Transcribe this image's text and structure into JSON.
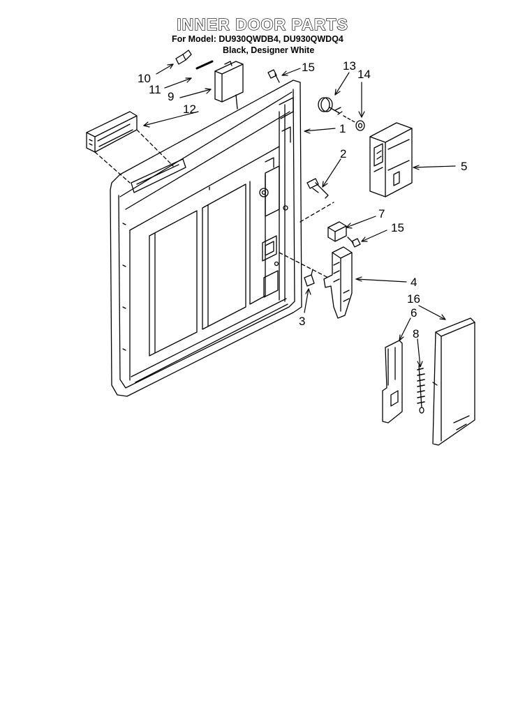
{
  "title": "INNER DOOR PARTS",
  "model_line": "For Model: DU930QWDB4, DU930QWDQ4",
  "color_line": "Black, Designer White",
  "callouts": {
    "c1": "1",
    "c2": "2",
    "c3": "3",
    "c4": "4",
    "c5": "5",
    "c6": "6",
    "c7": "7",
    "c8": "8",
    "c9": "9",
    "c10": "10",
    "c11": "11",
    "c12": "12",
    "c13": "13",
    "c14": "14",
    "c15a": "15",
    "c15b": "15",
    "c16": "16"
  }
}
